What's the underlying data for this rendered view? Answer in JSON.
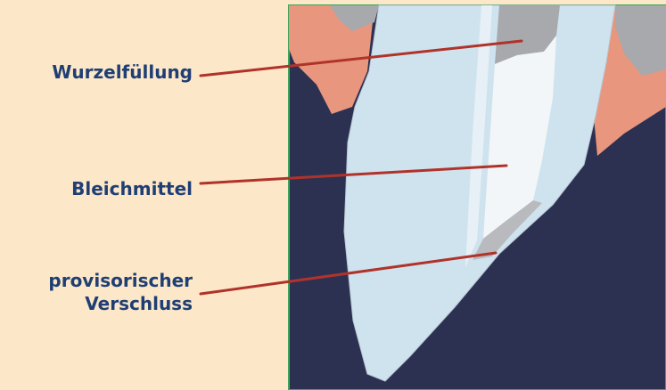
{
  "labels": {
    "root_filling": "Wurzelfüllung",
    "bleach": "Bleichmittel",
    "temp_seal_line1": "provisorischer",
    "temp_seal_line2": "Verschluss"
  },
  "colors": {
    "background": "#fce7c8",
    "panel_bg": "#2c3152",
    "panel_border": "#3aa65a",
    "gum": "#e9967e",
    "tooth": "#cfe3ef",
    "root_filling": "#a7a9ac",
    "bleach": "#f3f6f8",
    "leader_line": "#b0332a",
    "label_text": "#1f3f74"
  }
}
